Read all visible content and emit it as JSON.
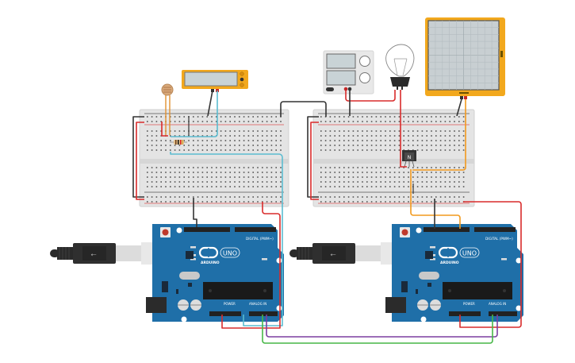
{
  "canvas": {
    "title": "Arduino dual-board light sensing circuit"
  },
  "colors": {
    "board_blue": "#1f6fa8",
    "board_dark": "#17557f",
    "breadboard": "#e6e6e6",
    "device_orange": "#f2a81d",
    "wire_red": "#d92b2b",
    "wire_black": "#333333",
    "wire_cyan": "#5bbcd0",
    "wire_orange": "#f29a1e",
    "wire_green": "#47b747",
    "wire_purple": "#7b3fa0"
  },
  "components": {
    "arduino_left": {
      "brand": "ARDUINO",
      "model": "UNO",
      "digital_label": "DIGITAL (PWM~)",
      "power_label": "POWER",
      "analog_label": "ANALOG IN",
      "on_label": "ON"
    },
    "arduino_right": {
      "brand": "ARDUINO",
      "model": "UNO",
      "digital_label": "DIGITAL (PWM~)",
      "power_label": "POWER",
      "analog_label": "ANALOG IN",
      "on_label": "ON"
    },
    "transistor": {
      "label": "N"
    },
    "lcd": {
      "name": "LCD display"
    },
    "oscilloscope": {
      "name": "Oscilloscope"
    },
    "power_supply": {
      "name": "Power supply"
    },
    "bulb": {
      "name": "Light bulb"
    },
    "photoresistor": {
      "name": "Photoresistor"
    },
    "resistor": {
      "name": "Resistor"
    }
  }
}
